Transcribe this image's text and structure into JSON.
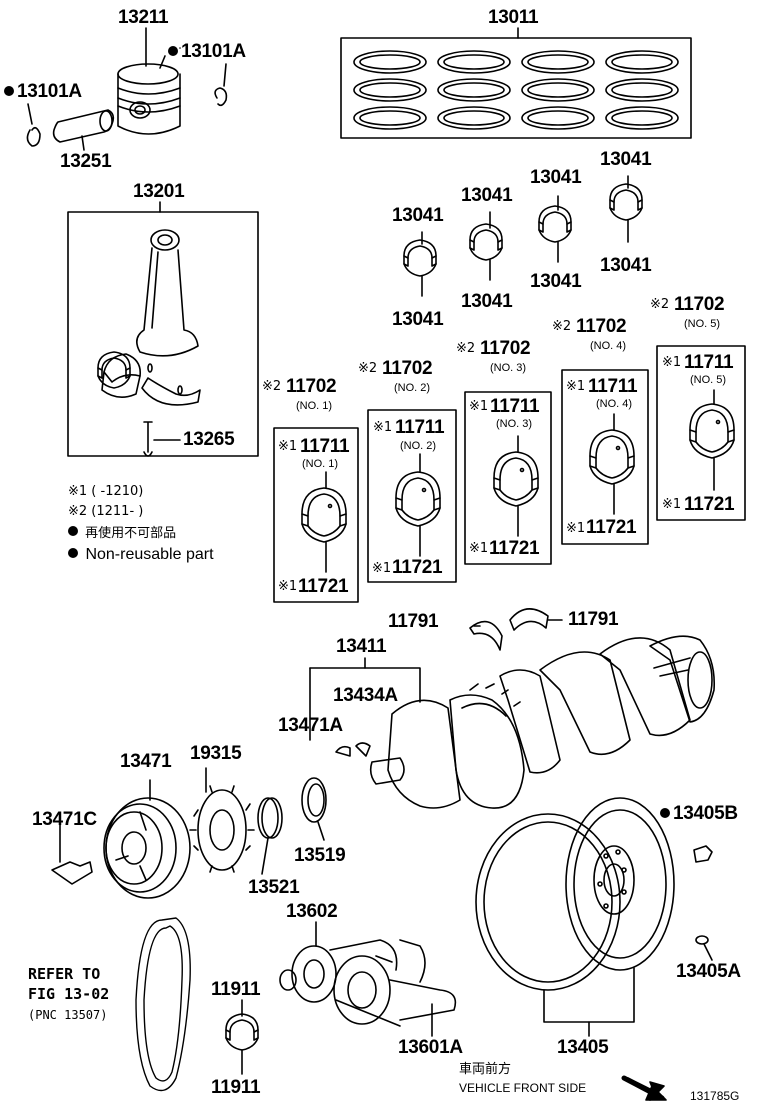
{
  "parts": {
    "p13211": "13211",
    "p13101A_right": "13101A",
    "p13101A_left": "13101A",
    "p13251": "13251",
    "p13011": "13011",
    "p13201": "13201",
    "p13265": "13265",
    "p13041": "13041",
    "p11702": "11702",
    "p11711": "11711",
    "p11721": "11721",
    "p11791": "11791",
    "p13411": "13411",
    "p13434A": "13434A",
    "p13471A": "13471A",
    "p13471": "13471",
    "p19315": "19315",
    "p13471C": "13471C",
    "p13521": "13521",
    "p13519": "13519",
    "p13405B": "13405B",
    "p13405A": "13405A",
    "p13405": "13405",
    "p13602": "13602",
    "p13601A": "13601A",
    "p11911": "11911"
  },
  "sub": {
    "no1": "(NO. 1)",
    "no2": "(NO. 2)",
    "no3": "(NO. 3)",
    "no4": "(NO. 4)",
    "no5": "(NO. 5)"
  },
  "marks": {
    "ref1": "※1",
    "ref2": "※2",
    "nonreusable": "●"
  },
  "notes": {
    "n1": "※1 (      -1210)",
    "n2": "※2 (1211-      )",
    "jp_nonreusable": "再使用不可部品",
    "en_nonreusable": "Non-reusable part"
  },
  "refer": {
    "line1": "REFER TO",
    "line2": "FIG 13-02",
    "line3": "(PNC 13507)"
  },
  "front": {
    "jp": "車両前方",
    "en": "VEHICLE FRONT SIDE"
  },
  "figure_id": "131785G"
}
